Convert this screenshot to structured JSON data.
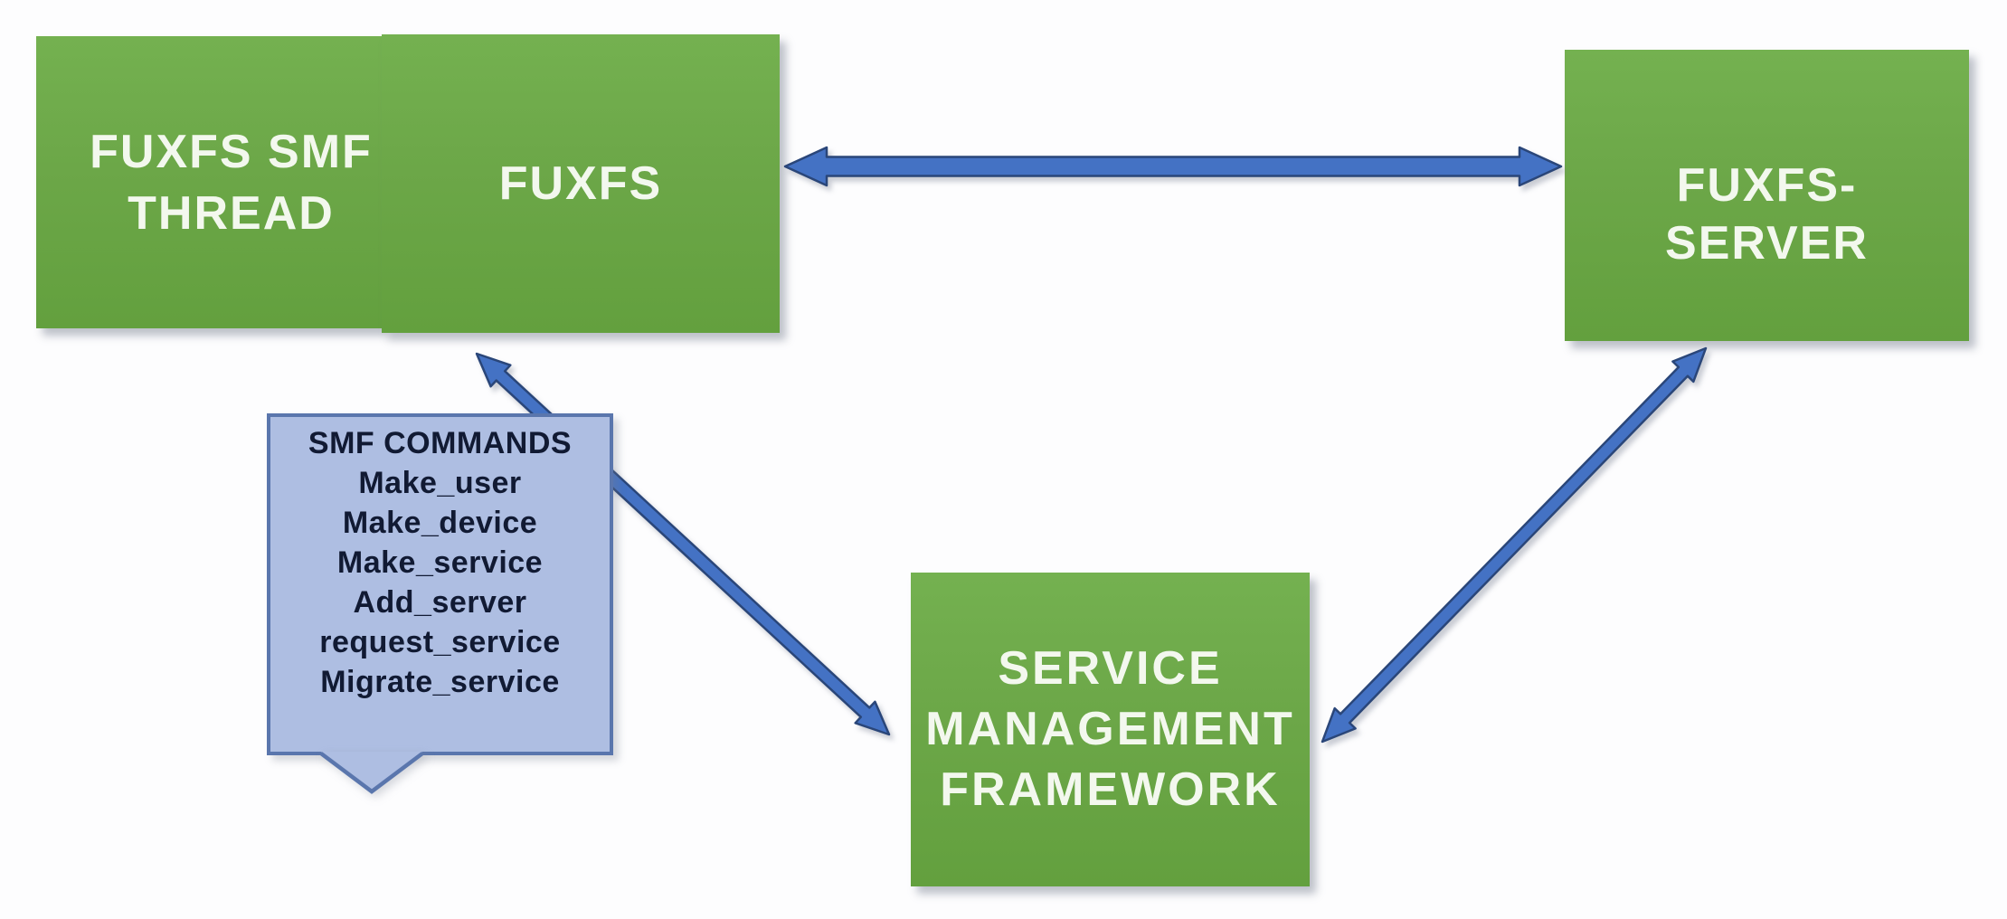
{
  "diagram": {
    "nodes": [
      {
        "id": "fuxfs-smf-thread",
        "lines": [
          "FUXFS SMF",
          "THREAD"
        ]
      },
      {
        "id": "fuxfs",
        "lines": [
          "FUXFS"
        ]
      },
      {
        "id": "fuxfs-server",
        "lines": [
          "FUXFS-",
          "SERVER"
        ]
      },
      {
        "id": "service-management-framework",
        "lines": [
          "SERVICE",
          "MANAGEMENT",
          "FRAMEWORK"
        ]
      }
    ],
    "callout": {
      "title": "SMF COMMANDS",
      "commands": [
        "Make_user",
        "Make_device",
        "Make_service",
        "Add_server",
        "request_service",
        "Migrate_service"
      ]
    },
    "connections": [
      {
        "from": "fuxfs",
        "to": "fuxfs-server",
        "style": "bidirectional-arrow"
      },
      {
        "from": "fuxfs",
        "to": "service-management-framework",
        "style": "bidirectional-arrow"
      },
      {
        "from": "service-management-framework",
        "to": "fuxfs-server",
        "style": "bidirectional-arrow"
      },
      {
        "from": "smf-commands-callout",
        "to": "fuxfs",
        "style": "speech-callout"
      }
    ],
    "colors": {
      "background": "#FDFDFE",
      "node_fill": "#6CA748",
      "node_text": "#F3F8EE",
      "arrow_fill": "#4472C4",
      "arrow_outline": "#2A4679",
      "callout_fill": "#AEBEE2",
      "callout_border": "#5A76AD",
      "callout_text": "#111A33"
    }
  }
}
